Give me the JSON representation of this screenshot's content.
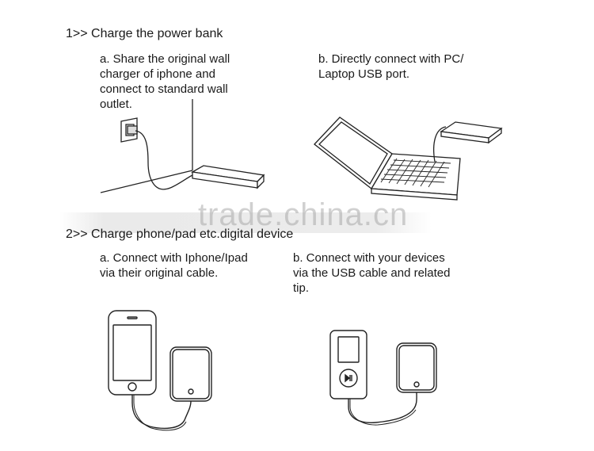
{
  "step1": {
    "heading": "1>> Charge the power bank",
    "a": "a. Share the original wall\n    charger of iphone and\n    connect to standard wall\n    outlet.",
    "b": "b. Directly connect with PC/\n    Laptop USB port."
  },
  "step2": {
    "heading": "2>> Charge phone/pad etc.digital device",
    "a": "a. Connect with Iphone/Ipad\n    via their original cable.",
    "b": "b. Connect with your devices\n    via the USB cable and related\n    tip."
  },
  "watermark": "trade.china.cn"
}
